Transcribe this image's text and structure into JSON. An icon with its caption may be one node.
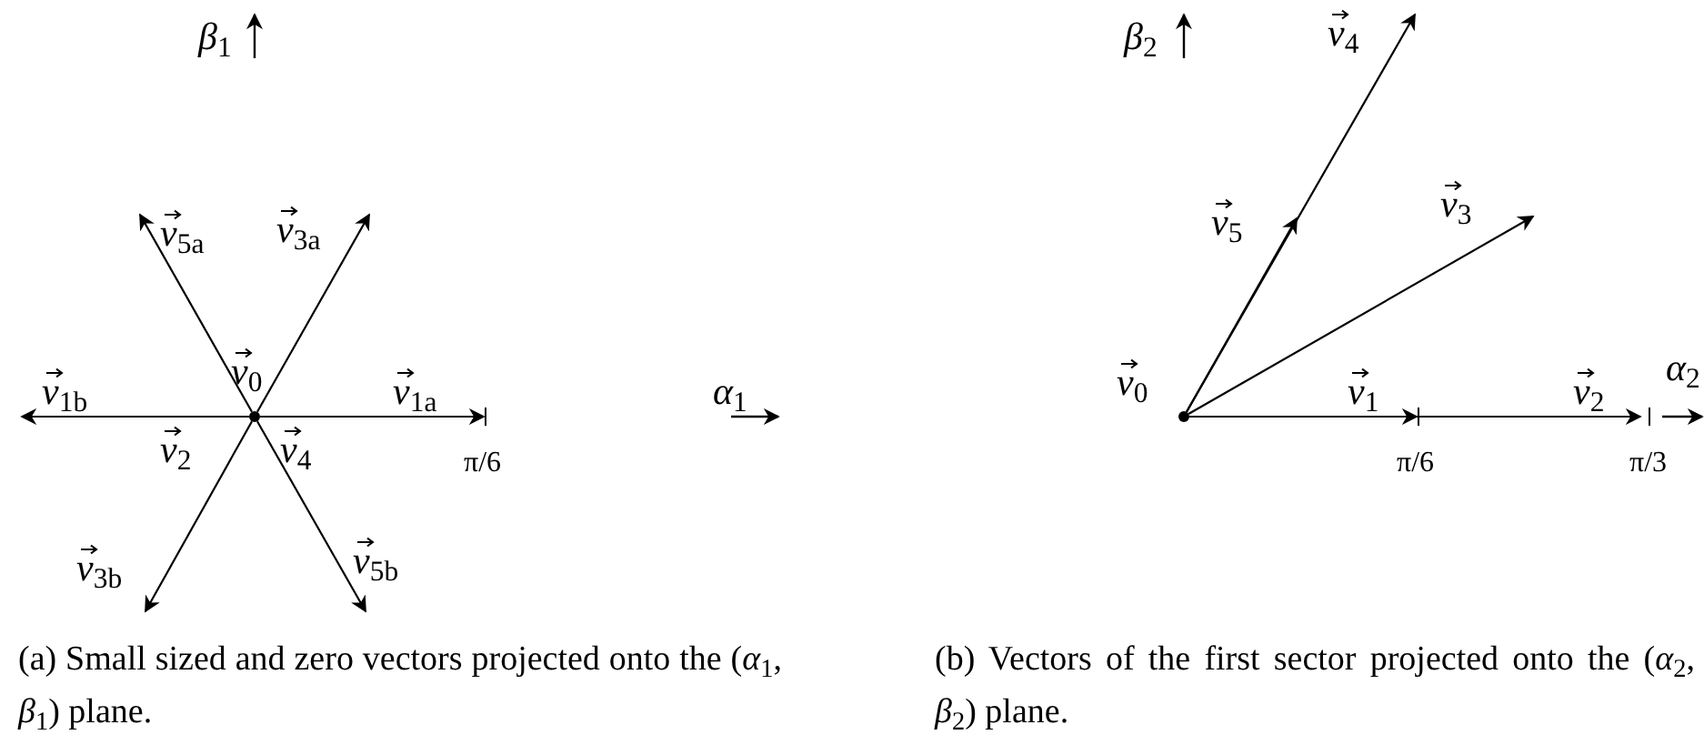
{
  "diagram": {
    "nodes": [
      {
        "text": [],
        "shape": "circle"
      },
      {
        "text": [],
        "shape": "circle"
      }
    ],
    "edges": [
      {
        "from": 0,
        "to": null,
        "arrow": "to",
        "label": "*v*$_{1a}$"
      },
      {
        "from": 0,
        "to": null,
        "arrow": "to",
        "label": "*v*$_{1b}$"
      },
      {
        "from": 0,
        "to": null,
        "arrow": "to",
        "label": "*v*$_{3a}$"
      },
      {
        "from": 0,
        "to": null,
        "arrow": "to",
        "label": "*v*$_{3b}$"
      },
      {
        "from": 0,
        "to": null,
        "arrow": "to",
        "label": "*v*$_{5a}$"
      },
      {
        "from": 0,
        "to": null,
        "arrow": "to",
        "label": "*v*$_{5b}$"
      },
      {
        "from": 1,
        "to": null,
        "arrow": "to",
        "label": "*v*$_{1}$"
      },
      {
        "from": 1,
        "to": null,
        "arrow": "to",
        "label": "*v*$_{2}$"
      },
      {
        "from": 1,
        "to": null,
        "arrow": "to",
        "label": "*v*$_{3}$"
      },
      {
        "from": 1,
        "to": null,
        "arrow": "to",
        "label": "*v*$_{4}$"
      },
      {
        "from": 1,
        "to": null,
        "arrow": "to",
        "label": "*v*$_{5}$"
      }
    ],
    "labels": [
      "*β*$_{1}$",
      "*v*$_{0}$",
      "*v*$_{2}$",
      "*v*$_{4}$",
      "π/6",
      "*α*$_{1}$",
      "*β*$_{2}$",
      "*v*$_{0}$",
      "π/6",
      "π/3",
      "*α*$_{2}$",
      "(a) Small sized and zero vectors projected onto the (*α*$_{1}$, *β*$_{1}$) plane.",
      "(b) Vectors of the first sector projected onto the (*α*$_{2}$, *β*$_{2}$) plane."
    ]
  }
}
